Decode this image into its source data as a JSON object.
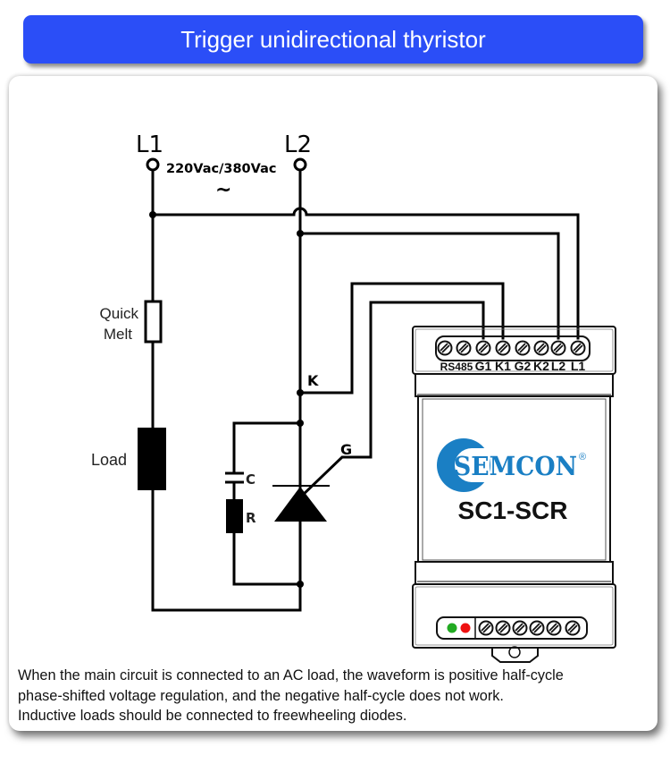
{
  "header": {
    "title": "Trigger unidirectional thyristor"
  },
  "supply": {
    "terminal_1": "L1",
    "terminal_2": "L2",
    "voltage": "220Vac/380Vac",
    "ac_symbol": "~"
  },
  "components": {
    "fuse_label_line1": "Quick",
    "fuse_label_line2": "Melt",
    "load_label": "Load",
    "capacitor_label": "C",
    "resistor_label": "R",
    "cathode_label": "K",
    "gate_label": "G"
  },
  "module": {
    "brand": "SEMCON",
    "registered": "®",
    "model": "SC1-SCR",
    "top_terminals": [
      "RS485",
      "G1",
      "K1",
      "G2",
      "K2",
      "L2",
      "L1"
    ],
    "led_colors": {
      "green": "#22aa22",
      "red": "#ee1111"
    },
    "brand_color": "#1a7fc4"
  },
  "caption": {
    "line1": "When the main circuit is connected to an AC load, the waveform is positive half-cycle",
    "line2": "phase-shifted voltage regulation, and the negative half-cycle does not work.",
    "line3": "Inductive loads should be connected to freewheeling diodes."
  }
}
